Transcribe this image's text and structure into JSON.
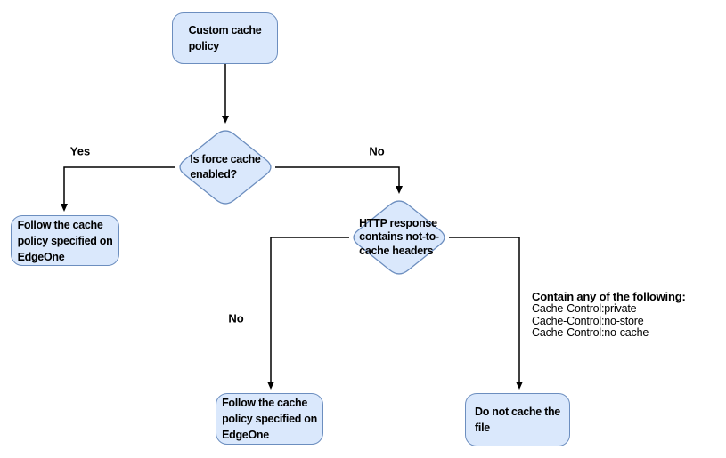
{
  "diagram": {
    "nodes": {
      "start": "Custom cache\npolicy",
      "decision_force_cache": "Is force cache\nenabled?",
      "follow_policy_yes": "Follow the cache\npolicy specified on\nEdgeOne",
      "decision_headers": "HTTP response\ncontains not-to-\ncache headers",
      "follow_policy_no": "Follow the cache\npolicy specified on\nEdgeOne",
      "do_not_cache": "Do not cache the\nfile"
    },
    "edge_labels": {
      "yes": "Yes",
      "no_force_cache": "No",
      "no_headers": "No"
    },
    "edges": [
      {
        "from": "start",
        "to": "decision_force_cache",
        "label": ""
      },
      {
        "from": "decision_force_cache",
        "to": "follow_policy_yes",
        "label": "Yes"
      },
      {
        "from": "decision_force_cache",
        "to": "decision_headers",
        "label": "No"
      },
      {
        "from": "decision_headers",
        "to": "follow_policy_no",
        "label": "No"
      },
      {
        "from": "decision_headers",
        "to": "do_not_cache",
        "label": ""
      }
    ],
    "annotation": {
      "heading": "Contain any of the following:",
      "items": [
        "Cache-Control:private",
        "Cache-Control:no-store",
        "Cache-Control:no-cache"
      ]
    },
    "colors": {
      "node_fill": "#dae8fc",
      "node_border": "#6c8ebf",
      "connector": "#000000",
      "text": "#000000",
      "background": "#ffffff"
    }
  }
}
